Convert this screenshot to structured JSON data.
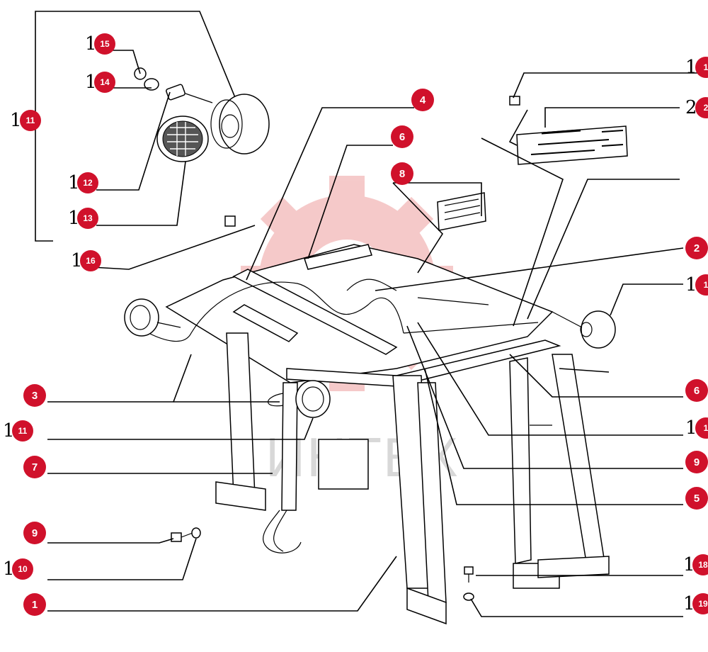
{
  "watermark": {
    "text": "ИНТЕХ",
    "color": "#f2b8b8"
  },
  "badge_color": "#d0112b",
  "callouts": [
    {
      "prefix": "1",
      "num": "15"
    },
    {
      "prefix": "1",
      "num": "14"
    },
    {
      "prefix": "1",
      "num": "11"
    },
    {
      "prefix": "1",
      "num": "12"
    },
    {
      "prefix": "1",
      "num": "13"
    },
    {
      "prefix": "1",
      "num": "16"
    },
    {
      "prefix": "",
      "num": "4"
    },
    {
      "prefix": "",
      "num": "6"
    },
    {
      "prefix": "",
      "num": "8"
    },
    {
      "prefix": "1",
      "num": "1"
    },
    {
      "prefix": "2",
      "num": "2"
    },
    {
      "prefix": "",
      "num": "2"
    },
    {
      "prefix": "1",
      "num": "1"
    },
    {
      "prefix": "",
      "num": "3"
    },
    {
      "prefix": "1",
      "num": "11"
    },
    {
      "prefix": "",
      "num": "7"
    },
    {
      "prefix": "",
      "num": "9"
    },
    {
      "prefix": "1",
      "num": "10"
    },
    {
      "prefix": "",
      "num": "1"
    },
    {
      "prefix": "",
      "num": "6"
    },
    {
      "prefix": "1",
      "num": "1"
    },
    {
      "prefix": "",
      "num": "9"
    },
    {
      "prefix": "",
      "num": "5"
    },
    {
      "prefix": "1",
      "num": "18"
    },
    {
      "prefix": "1",
      "num": "19"
    }
  ]
}
